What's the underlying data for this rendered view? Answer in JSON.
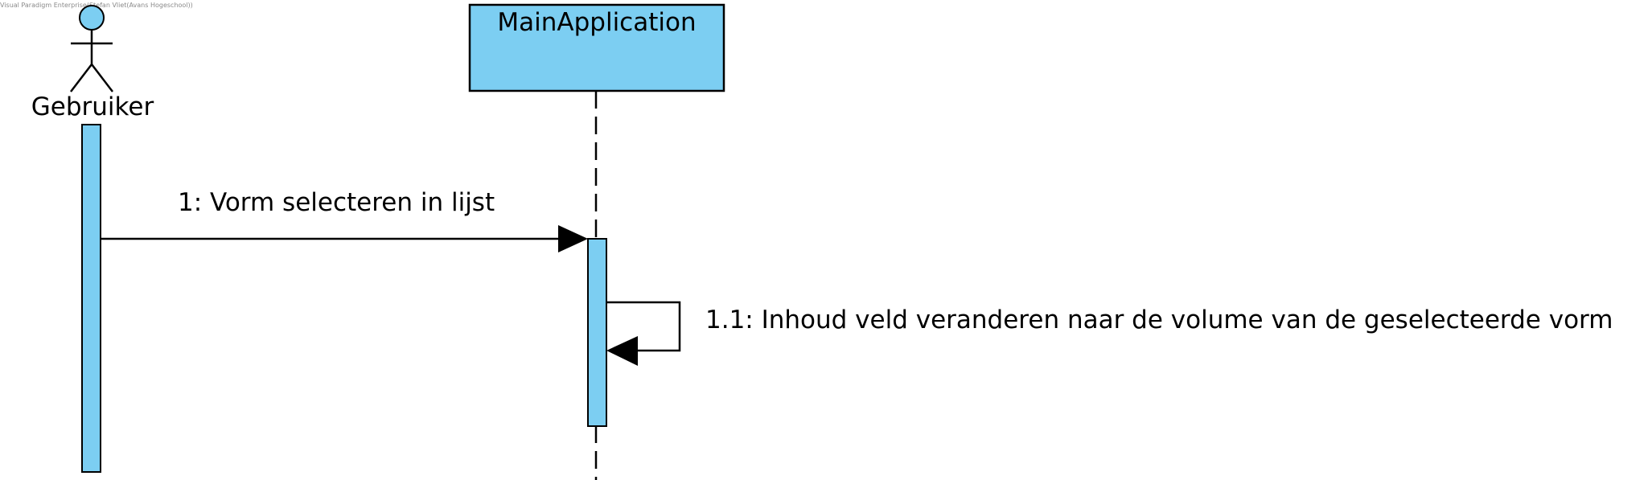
{
  "watermark": "Visual Paradigm Enterprise(Stefan Vliet(Avans Hogeschool))",
  "colors": {
    "fill": "#7ccef2",
    "stroke": "#000000",
    "background": "#ffffff"
  },
  "lifelines": [
    {
      "name": "Gebruiker",
      "kind": "actor"
    },
    {
      "name": "MainApplication",
      "kind": "object"
    }
  ],
  "messages": [
    {
      "label": "1: Vorm selecteren in lijst",
      "from": "Gebruiker",
      "to": "MainApplication"
    },
    {
      "label": "1.1: Inhoud veld veranderen naar de volume van de geselecteerde vorm",
      "from": "MainApplication",
      "to": "MainApplication"
    }
  ]
}
